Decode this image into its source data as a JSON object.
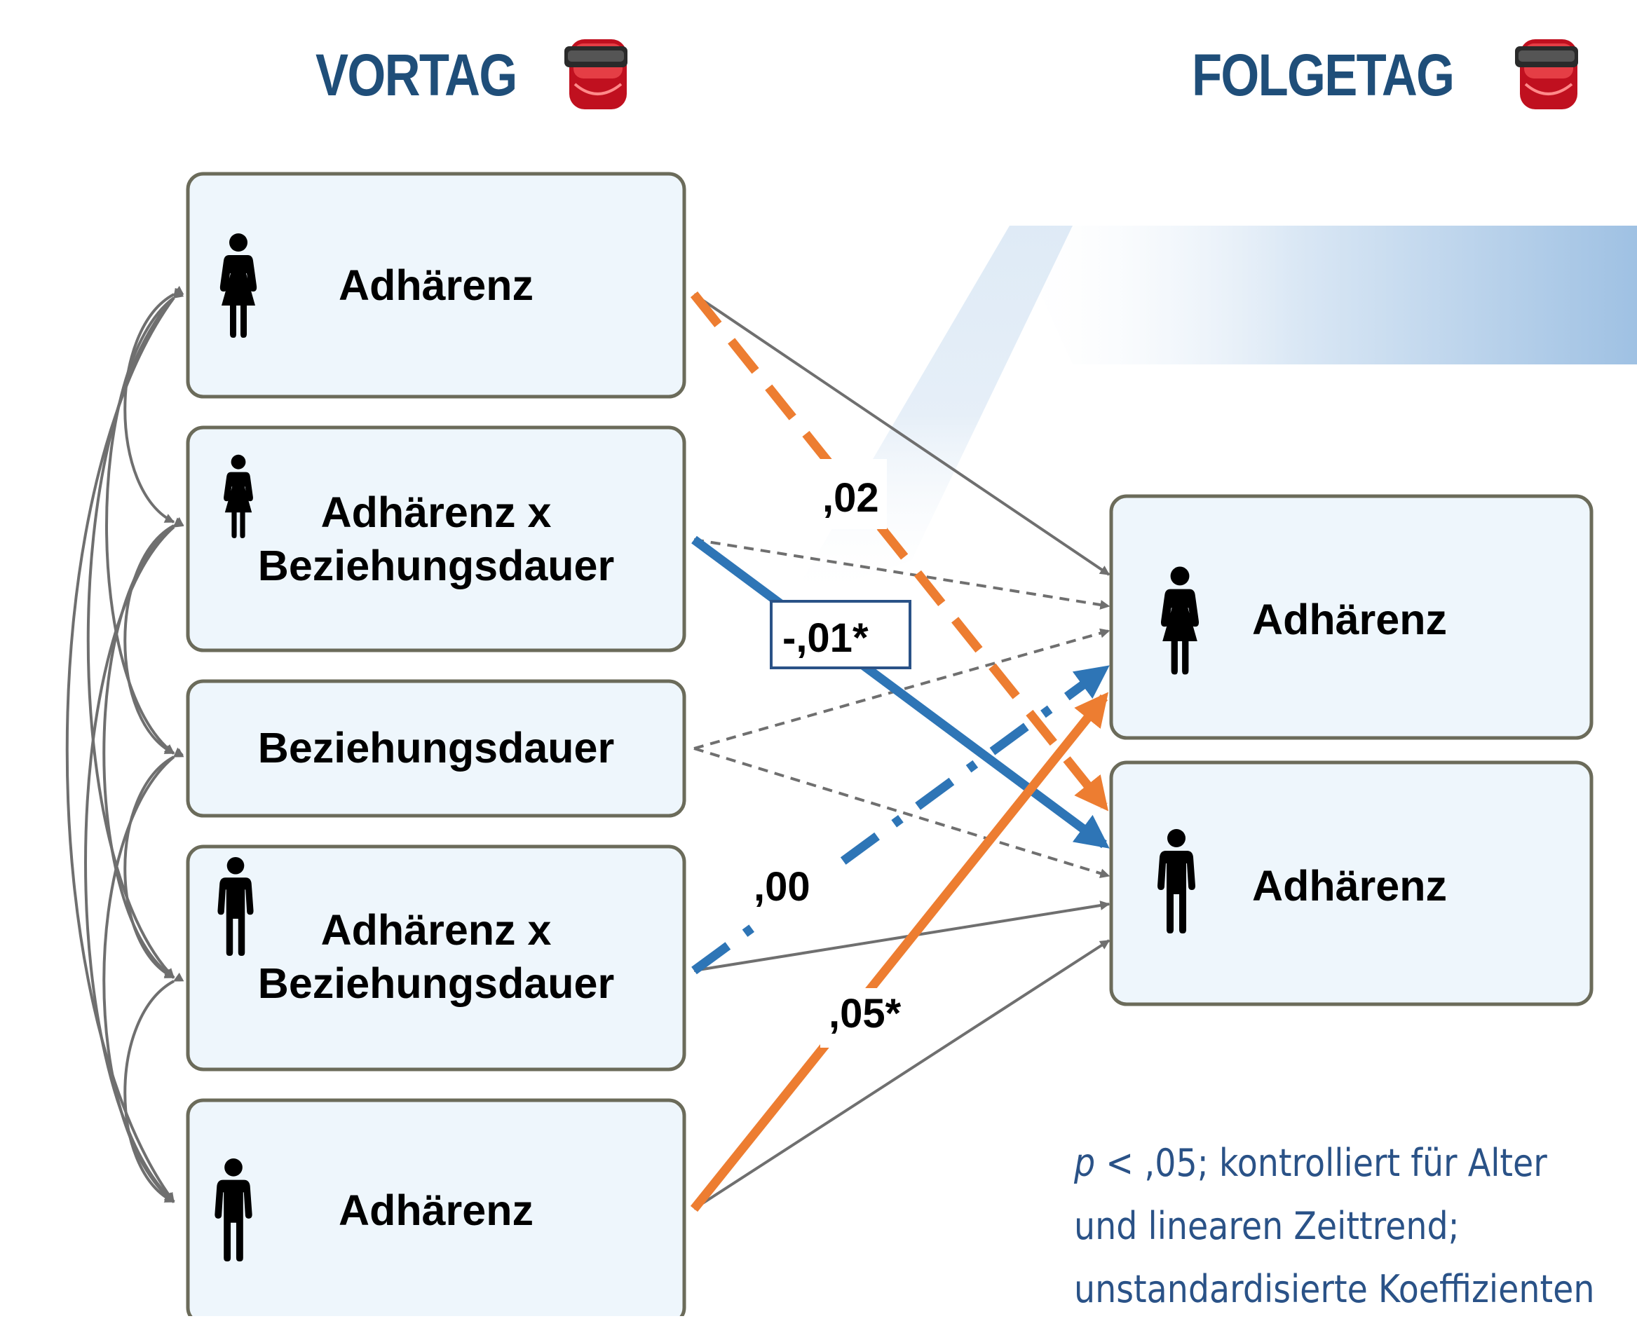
{
  "headings": {
    "left": "VORTAG",
    "right": "FOLGETAG"
  },
  "icons": {
    "device": "fitness-tracker-device-icon",
    "female": "female-person-icon",
    "male": "male-person-icon"
  },
  "boxes": {
    "vortag_female_adh": "Adhärenz",
    "vortag_female_int_line1": "Adhärenz x",
    "vortag_female_int_line2": "Beziehungsdauer",
    "vortag_duration": "Beziehungsdauer",
    "vortag_male_int_line1": "Adhärenz x",
    "vortag_male_int_line2": "Beziehungsdauer",
    "vortag_male_adh": "Adhärenz",
    "folgetag_female_adh": "Adhärenz",
    "folgetag_male_adh": "Adhärenz"
  },
  "coefficients": {
    "female_to_male": ",02",
    "female_interaction_to_male": "-,01*",
    "male_interaction_to_female": ",00",
    "male_to_female": ",05*"
  },
  "note": {
    "p_symbol": "p",
    "line1_rest": " < ,05; kontrolliert für Alter",
    "line2": "und linearen Zeittrend;",
    "line3": "unstandardisierte Koeffizienten"
  },
  "colors": {
    "heading": "#1f4e79",
    "orange": "#ed7d31",
    "blue": "#2e75b6",
    "grey_line": "#6f6f6f",
    "box_fill": "#eef6fc",
    "box_border": "#6b6b5a",
    "note": "#2a5287"
  }
}
